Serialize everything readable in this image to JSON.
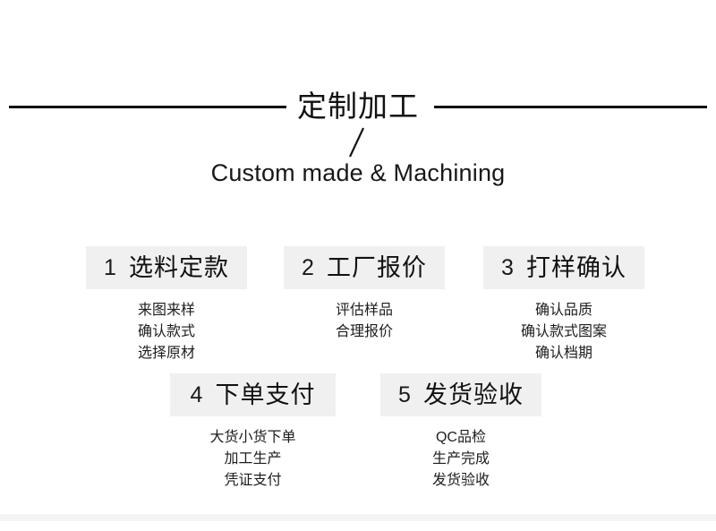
{
  "header": {
    "title_cn": "定制加工",
    "subtitle_en": "Custom made & Machining",
    "slash_icon": "diagonal-slash-icon",
    "rule_color": "#121212"
  },
  "theme": {
    "page_background": "#ffffff",
    "box_background": "#f0f0f0",
    "text_color": "#1a1a1a",
    "bottom_strip_color": "#f4f4f4"
  },
  "steps": [
    {
      "number": "1",
      "title": "选料定款",
      "items": [
        "来图来样",
        "确认款式",
        "选择原材"
      ]
    },
    {
      "number": "2",
      "title": "工厂报价",
      "items": [
        "评估样品",
        "合理报价"
      ]
    },
    {
      "number": "3",
      "title": "打样确认",
      "items": [
        "确认品质",
        "确认款式图案",
        "确认档期"
      ]
    },
    {
      "number": "4",
      "title": "下单支付",
      "items": [
        "大货小货下单",
        "加工生产",
        "凭证支付"
      ]
    },
    {
      "number": "5",
      "title": "发货验收",
      "items": [
        "QC品检",
        "生产完成",
        "发货验收"
      ]
    }
  ]
}
